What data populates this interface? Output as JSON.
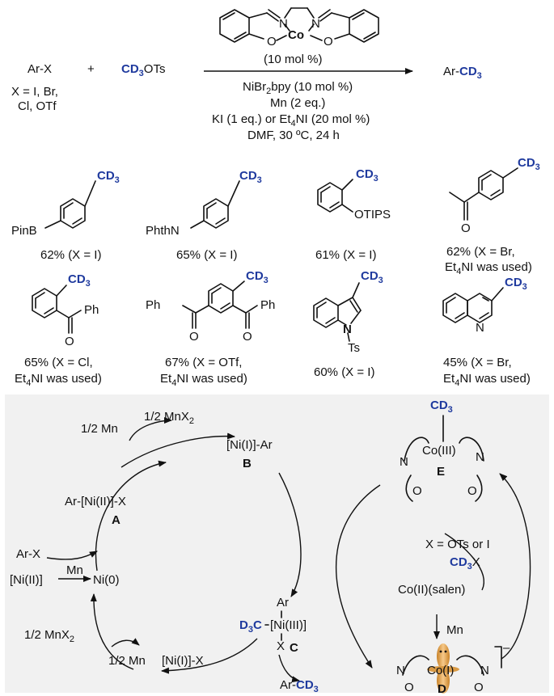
{
  "reaction": {
    "reactant1": "Ar-X",
    "reactant1_note": [
      "X = I, Br,",
      "Cl, OTf"
    ],
    "plus": "+",
    "reagent_cd3": "CD",
    "reagent_sub": "3",
    "reagent_rest": "OTs",
    "catalyst_n": "N",
    "catalyst_co": "Co",
    "catalyst_o": "O",
    "catalyst_loading": "(10 mol %)",
    "cond1": "NiBr",
    "cond1_sub": "2",
    "cond1_rest": "bpy (10 mol %)",
    "cond2": "Mn (2 eq.)",
    "cond3a": "KI (1 eq.) or Et",
    "cond3_sub": "4",
    "cond3b": "NI (20 mol %)",
    "cond4": "DMF, 30 ºC, 24 h",
    "product_ar": "Ar-",
    "product_cd": "CD",
    "product_sub": "3"
  },
  "products": [
    {
      "sub": "PinB",
      "yield": "62% (X = I)"
    },
    {
      "sub": "PhthN",
      "yield": "65% (X = I)"
    },
    {
      "sub": "OTIPS",
      "yield": "61% (X = I)"
    },
    {
      "sub": "O",
      "yield": "62% (X = Br,",
      "yield2a": "Et",
      "yield2b": "NI was used)"
    },
    {
      "sub": "Ph",
      "sub2": "O",
      "yield": "65% (X = Cl,",
      "yield2a": "Et",
      "yield2b": "NI was used)"
    },
    {
      "sub": "Ph",
      "sub2": "Ph",
      "sub3": "O",
      "yield": "67% (X = OTf,",
      "yield2a": "Et",
      "yield2b": "NI was used)"
    },
    {
      "sub": "N",
      "sub2": "Ts",
      "yield": "60% (X = I)"
    },
    {
      "sub": "N",
      "yield": "45% (X = Br,",
      "yield2a": "Et",
      "yield2b": "NI was used)"
    }
  ],
  "mechanism": {
    "half_mn": "1/2 Mn",
    "half_mnx": "1/2 MnX",
    "ni1_ar": "[Ni(I)]-Ar",
    "label_b": "B",
    "ar_ni2_x": "Ar-[Ni(II)]-X",
    "label_a": "A",
    "ar_x": "Ar-X",
    "ni2": "[Ni(II)]",
    "mn": "Mn",
    "ni0": "Ni(0)",
    "ni1_x": "[Ni(I)]-X",
    "ar": "Ar",
    "d3c": "D",
    "d3c_sub": "3",
    "d3c_c": "C",
    "ni3": "[Ni(III)]",
    "x": "X",
    "label_c": "C",
    "ar_cd3_ar": "Ar-",
    "co3": "Co(III)",
    "label_e": "E",
    "x_eq": "X = OTs or I",
    "cd3x_x": "X",
    "co2salen": "Co(II)(salen)",
    "co1": "Co(I)",
    "label_d": "D",
    "minus": "–",
    "n": "N",
    "o": "O",
    "cd3": "CD",
    "sub3": "3",
    "sub2": "2",
    "sub4": "4"
  },
  "colors": {
    "accent": "#1f3a9e",
    "panel": "#f1f1f1",
    "orbital": "#e8a64b"
  }
}
